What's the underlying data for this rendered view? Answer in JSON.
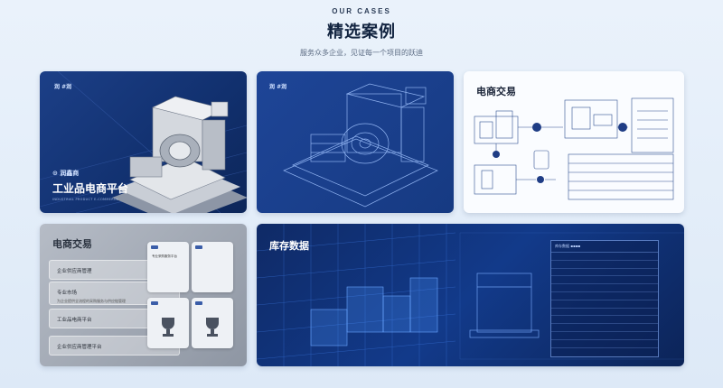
{
  "header": {
    "eyebrow": "OUR CASES",
    "title": "精选案例",
    "subtitle": "服务众多企业，见证每一个项目的跃迪"
  },
  "cards": [
    {
      "logo": "润 #润",
      "label": "工业品电商平台",
      "sub_logo": "⊙ 润鑫商",
      "caption": "INDUSTRIAL PRODUCT E-COMMERCE"
    },
    {
      "logo": "润 #润"
    },
    {
      "label": "电商交易"
    },
    {
      "label": "电商交易",
      "menu": [
        "企业供应商管理",
        "专业市场",
        "工业品电商平台",
        "企业供应商管理平台"
      ],
      "menu_sub": "为企业提供全流程的采购服务与供应链管理",
      "tiles": [
        "专业采购服务平台",
        "",
        "",
        ""
      ]
    },
    {
      "label": "库存数据",
      "table_header": "库存数据 ▪▪▪▪"
    }
  ],
  "colors": {
    "accent": "#1c3f87",
    "bg": "#e6eff9"
  }
}
